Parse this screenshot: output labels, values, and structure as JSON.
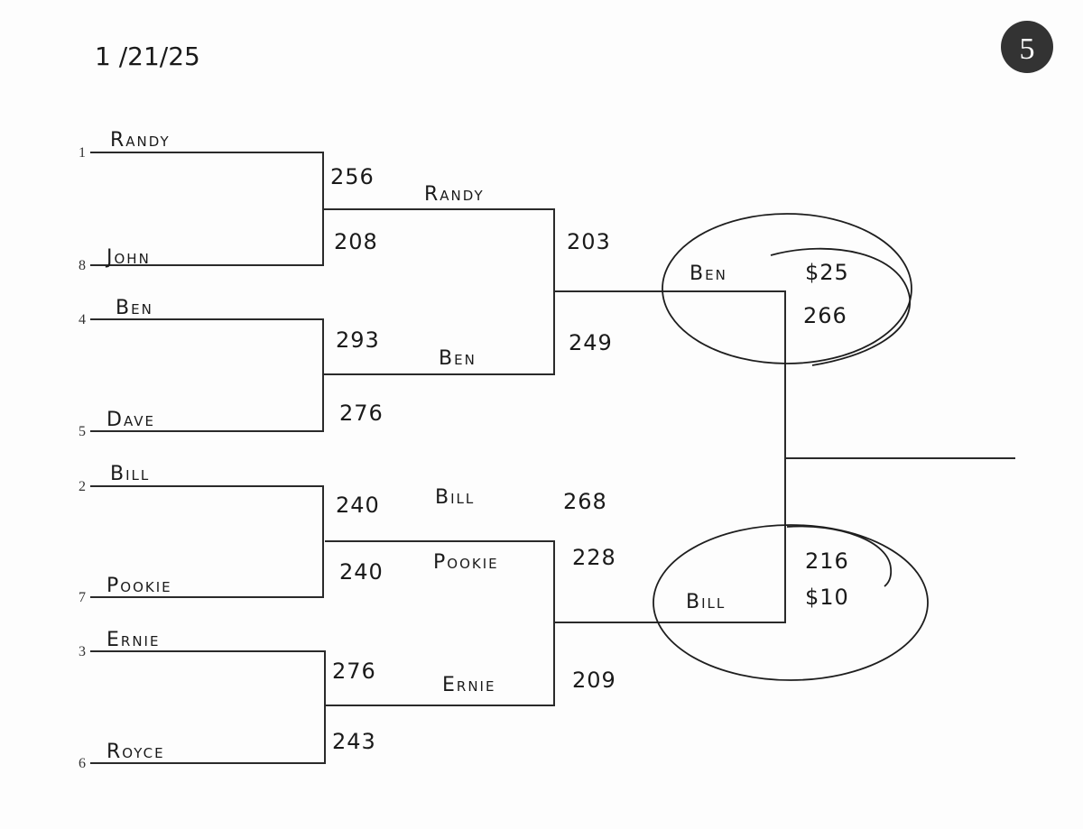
{
  "header": {
    "date": "1 /21/25",
    "page_number": "5"
  },
  "round1": [
    {
      "seed": "1",
      "name": "Randy",
      "score": "256"
    },
    {
      "seed": "8",
      "name": "John",
      "score": "208"
    },
    {
      "seed": "4",
      "name": "Ben",
      "score": "293"
    },
    {
      "seed": "5",
      "name": "Dave",
      "score": "276"
    },
    {
      "seed": "2",
      "name": "Bill",
      "score": "240"
    },
    {
      "seed": "7",
      "name": "Pookie",
      "score": "240"
    },
    {
      "seed": "3",
      "name": "Ernie",
      "score": "276"
    },
    {
      "seed": "6",
      "name": "Royce",
      "score": "243"
    }
  ],
  "round2": [
    {
      "name": "Randy",
      "score": "203"
    },
    {
      "name": "Ben",
      "score": "249"
    },
    {
      "name": "Bill",
      "score": "268"
    },
    {
      "name": "Pookie",
      "score": "228"
    },
    {
      "name": "Ernie",
      "score": "209"
    }
  ],
  "round3": [
    {
      "name": "Ben",
      "score": "266",
      "prize": "$25"
    },
    {
      "name": "Bill",
      "score": "216",
      "prize": "$10"
    }
  ]
}
